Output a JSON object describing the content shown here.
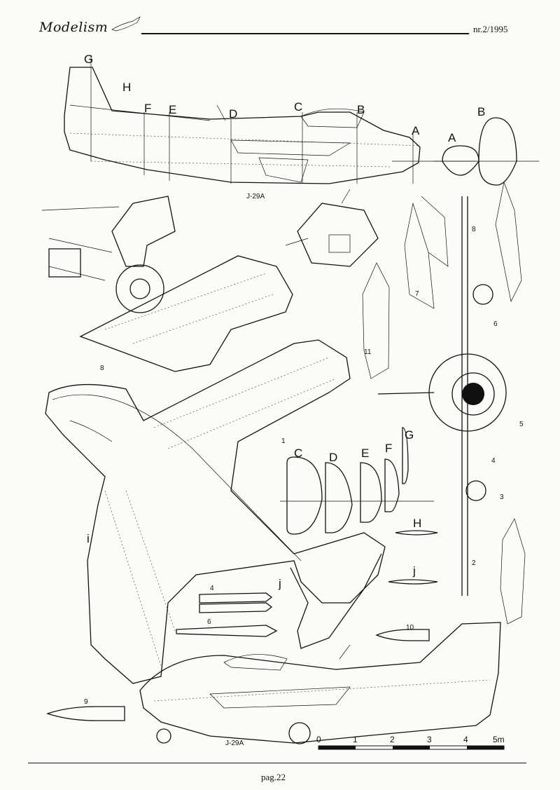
{
  "header": {
    "logo_text": "Modelism",
    "issue": "nr.2/1995"
  },
  "footer": {
    "page": "pag.22"
  },
  "aircraft": {
    "designation_top": "J-29A",
    "designation_bottom": "J-29A"
  },
  "section_labels": [
    "A",
    "B",
    "C",
    "D",
    "E",
    "F",
    "G",
    "H",
    "i",
    "j"
  ],
  "callout_numbers": [
    "1",
    "2",
    "4",
    "5",
    "6",
    "7",
    "8",
    "9",
    "10",
    "11"
  ],
  "scale_bar": {
    "ticks": [
      "0",
      "1",
      "2",
      "3",
      "4",
      "5m"
    ]
  }
}
